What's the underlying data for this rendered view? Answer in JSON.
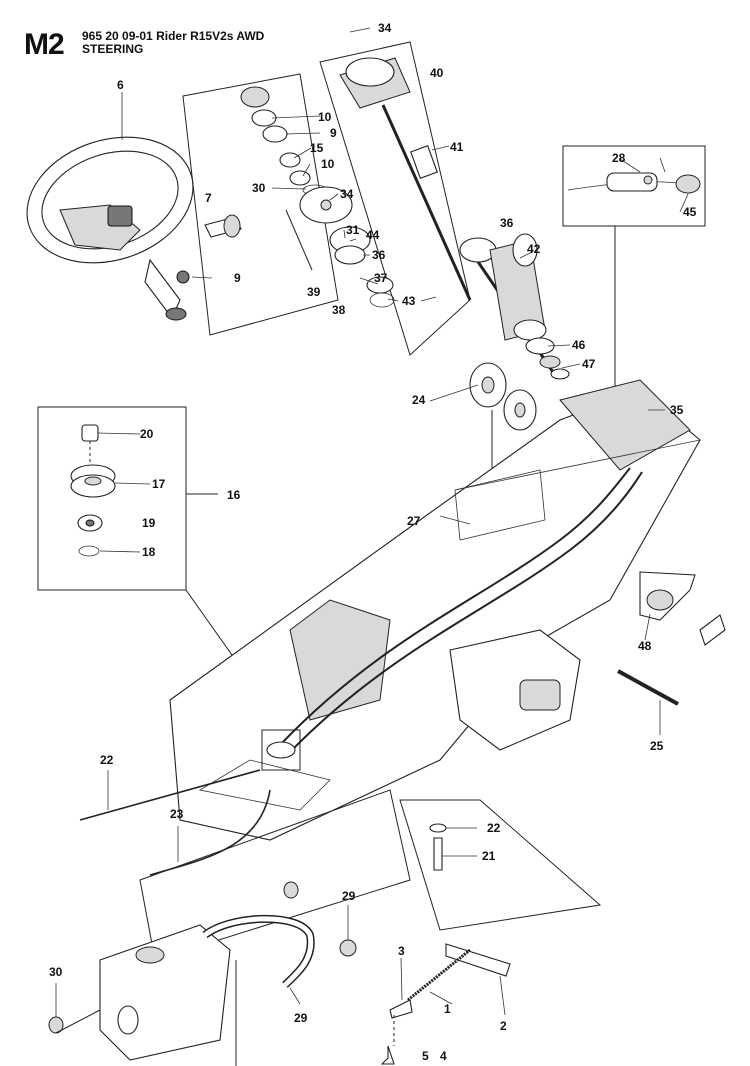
{
  "header": {
    "page_code": "M2",
    "model_line": "965 20 09-01 Rider R15V2s AWD",
    "section": "STEERING"
  },
  "callouts": [
    "1",
    "2",
    "3",
    "4",
    "5",
    "6",
    "7",
    "9",
    "9",
    "10",
    "10",
    "15",
    "16",
    "17",
    "18",
    "19",
    "20",
    "21",
    "22",
    "22",
    "23",
    "24",
    "25",
    "27",
    "28",
    "29",
    "29",
    "30",
    "30",
    "31",
    "34",
    "34",
    "35",
    "36",
    "36",
    "37",
    "38",
    "39",
    "40",
    "41",
    "42",
    "43",
    "44",
    "45",
    "46",
    "47",
    "48"
  ]
}
